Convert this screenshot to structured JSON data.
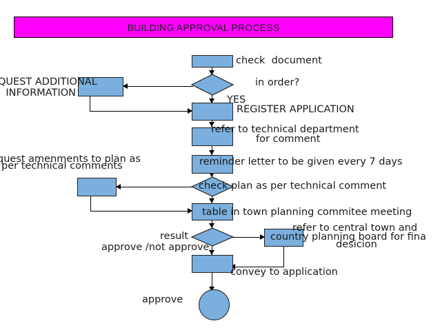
{
  "banner": {
    "title": "BUILDING APPROVAL PROCESS",
    "fill_color": "#ff00ff",
    "text_color": "#1a1a1a"
  },
  "theme": {
    "node_fill": "#7bafdd",
    "node_stroke": "#1f1f1f",
    "connector_color": "#000000",
    "page_background": "#ffffff"
  },
  "diagram": {
    "type": "flowchart",
    "title": "BUILDING APPROVAL PROCESS",
    "nodes": [
      {
        "id": "check-document",
        "shape": "rectangle",
        "label": "check  document"
      },
      {
        "id": "in-order",
        "shape": "diamond",
        "label": "in order?"
      },
      {
        "id": "request-additional",
        "shape": "rectangle",
        "label_line1": "QUEST ADDITIONAL",
        "label_line2": "INFORMATION"
      },
      {
        "id": "register-application",
        "shape": "rectangle",
        "label": "REGISTER APPLICATION"
      },
      {
        "id": "refer-technical",
        "shape": "rectangle",
        "label_line1": "refer to technical department",
        "label_line2": "for comment"
      },
      {
        "id": "reminder-letter",
        "shape": "rectangle",
        "label": "reminder letter to be given every 7 days"
      },
      {
        "id": "check-plan",
        "shape": "diamond",
        "label": "check plan as per technical comment"
      },
      {
        "id": "request-amendments",
        "shape": "rectangle",
        "label_line1": "quest amenments to plan as",
        "label_line2": "per technical comments"
      },
      {
        "id": "table-meeting",
        "shape": "rectangle",
        "label": "table in town planning commitee meeting"
      },
      {
        "id": "result",
        "shape": "diamond",
        "label_line1": "result",
        "label_line2": "approve /not approve"
      },
      {
        "id": "central-board",
        "shape": "rectangle",
        "label_line1": "refer to central town and",
        "label_line2": "country planning board for fina",
        "label_line3": "desicion"
      },
      {
        "id": "convey",
        "shape": "rectangle",
        "label": "convey to application"
      },
      {
        "id": "approve",
        "shape": "circle",
        "label": "approve"
      }
    ],
    "edge_labels": [
      {
        "id": "yes-branch",
        "text": "YES"
      }
    ]
  },
  "labels": {
    "check_document": "check  document",
    "in_order": "in order?",
    "yes": "YES",
    "request_additional_l1": "QUEST ADDITIONAL",
    "request_additional_l2": "INFORMATION",
    "register_application": "REGISTER APPLICATION",
    "refer_technical_l1": "refer to technical department",
    "refer_technical_l2": "for comment",
    "reminder_letter": "reminder letter to be given every 7 days",
    "check_plan": "check plan as per technical comment",
    "request_amendments_l1": "quest amenments to plan as",
    "request_amendments_l2": "per technical comments",
    "table_meeting": "table in town planning commitee meeting",
    "result_l1": "result",
    "result_l2": "approve /not approve",
    "central_board_l1": "refer to central town and",
    "central_board_l2": "country planning board for fina",
    "central_board_l3": "desicion",
    "convey": "convey to application",
    "approve": "approve"
  }
}
